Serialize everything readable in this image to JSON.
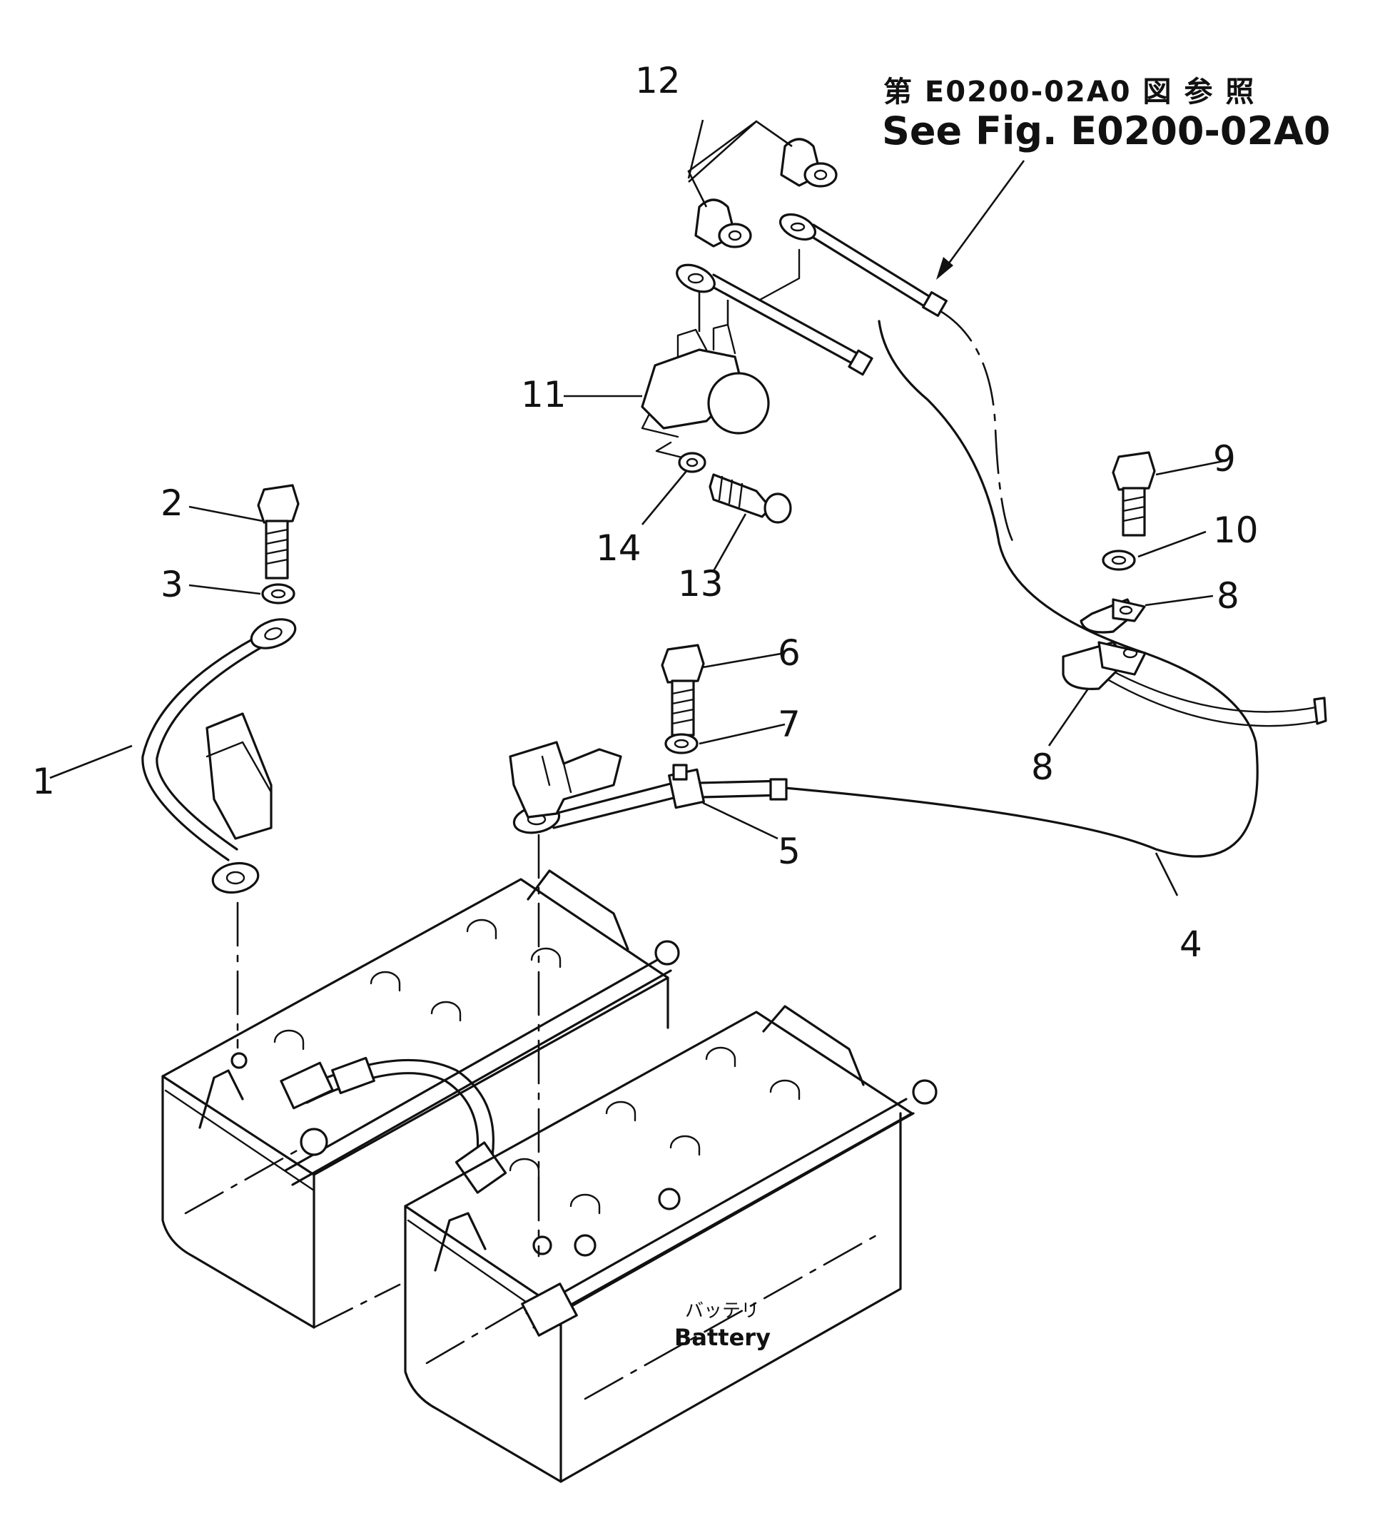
{
  "reference": {
    "japanese": "第 E0200-02A0 図 参 照",
    "english": "See Fig. E0200-02A0"
  },
  "battery_label": {
    "japanese": "バッテリ",
    "english": "Battery"
  },
  "callouts": {
    "c1": "1",
    "c2": "2",
    "c3": "3",
    "c4": "4",
    "c5": "5",
    "c6": "6",
    "c7": "7",
    "c8a": "8",
    "c8b": "8",
    "c9": "9",
    "c10": "10",
    "c11": "11",
    "c12": "12",
    "c13": "13",
    "c14": "14"
  }
}
